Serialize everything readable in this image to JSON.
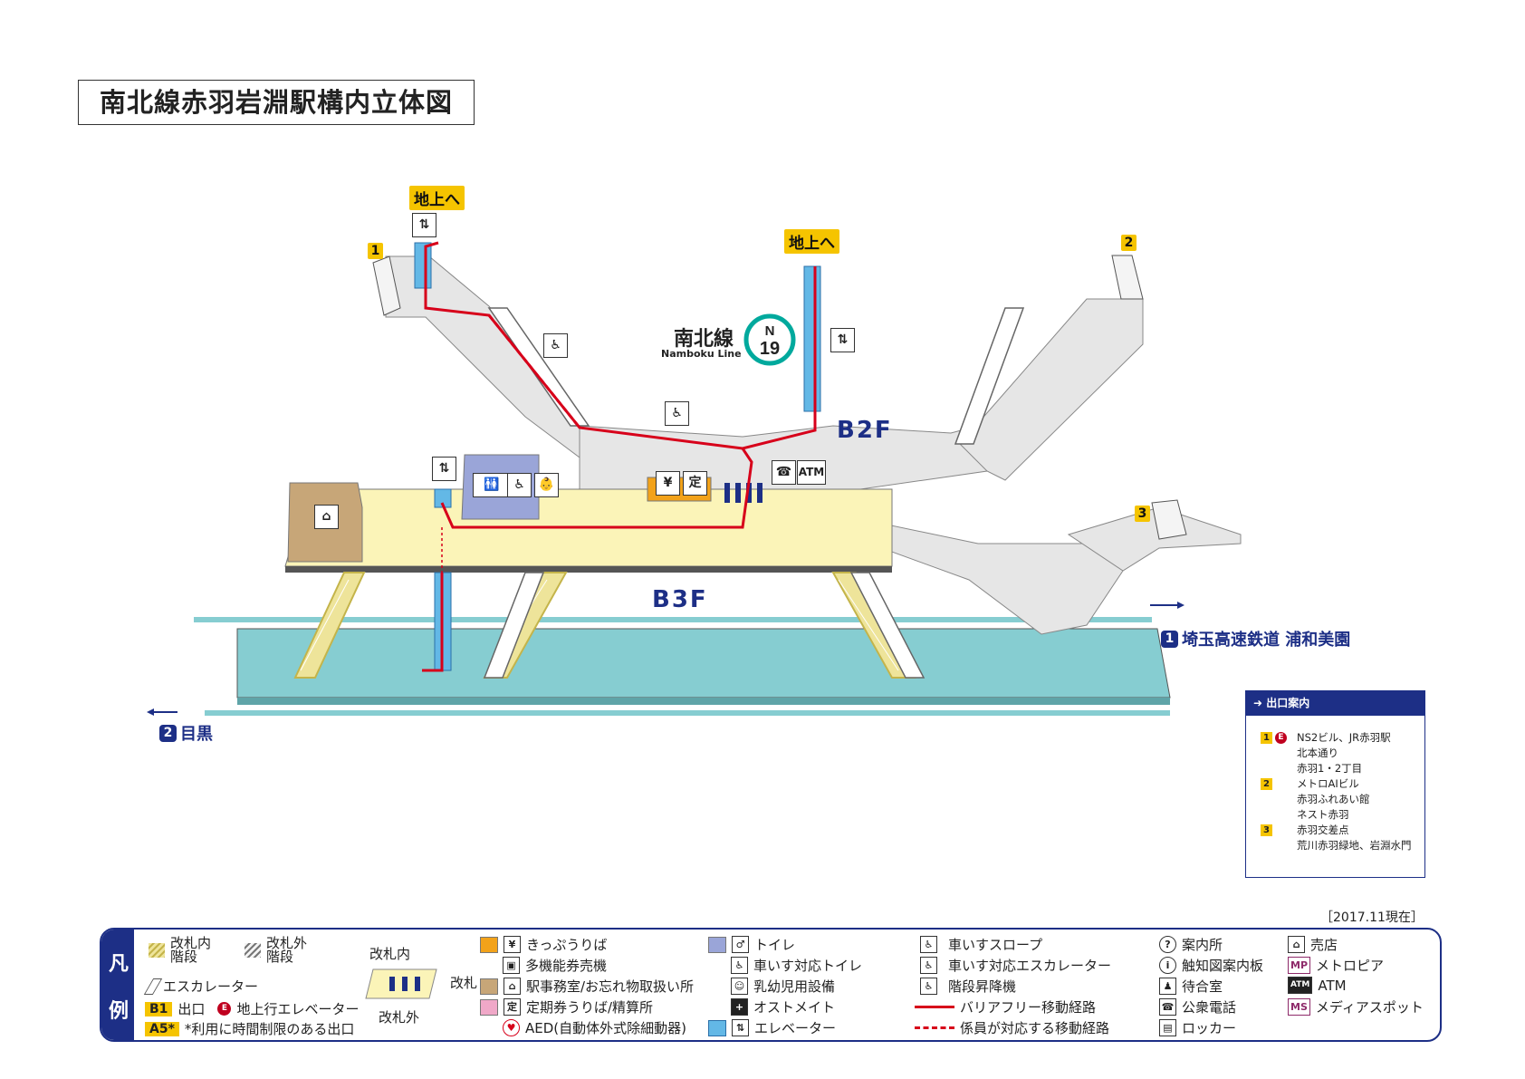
{
  "title": "南北線赤羽岩淵駅構内立体図",
  "line": {
    "name_ja": "南北線",
    "name_en": "Namboku Line",
    "code_letter": "N",
    "code_number": "19",
    "color": "#00a99d"
  },
  "floors": {
    "b2f": "B2F",
    "b3f": "B3F"
  },
  "to_ground_labels": [
    "地上へ",
    "地上へ"
  ],
  "exit_numbers": [
    "1",
    "2",
    "3"
  ],
  "destinations": {
    "north": {
      "num": "1",
      "text": "埼玉高速鉄道 浦和美園"
    },
    "south": {
      "num": "2",
      "text": "目黒"
    }
  },
  "exit_guide": {
    "header": "出口案内",
    "rows": [
      {
        "tag": "1",
        "elevator_tag": "E",
        "lines": [
          "NS2ビル、JR赤羽駅",
          "北本通り",
          "赤羽1・2丁目"
        ]
      },
      {
        "tag": "2",
        "lines": [
          "メトロAIビル",
          "赤羽ふれあい館",
          "ネスト赤羽"
        ]
      },
      {
        "tag": "3",
        "lines": [
          "赤羽交差点",
          "荒川赤羽緑地、岩淵水門"
        ]
      }
    ]
  },
  "date_stamp": "［2017.11現在］",
  "legend": {
    "side_labels": [
      "凡",
      "例"
    ],
    "col1": {
      "inside_stairs": "改札内\n階段",
      "outside_stairs": "改札外\n階段",
      "escalator": "エスカレーター",
      "b1_tag": "B1",
      "b1_text": "出口",
      "e_tag": "E",
      "e_text": "地上行エレベーター",
      "a5_tag": "A5*",
      "a5_text": "*利用に時間制限のある出口"
    },
    "gate": {
      "inside": "改札内",
      "gate": "改札",
      "outside": "改札外"
    },
    "col3": [
      "きっぷうりば",
      "多機能券売機",
      "駅事務室/お忘れ物取扱い所",
      "定期券うりば/精算所",
      "AED(自動体外式除細動器)"
    ],
    "col4": [
      "トイレ",
      "車いす対応トイレ",
      "乳幼児用設備",
      "オストメイト",
      "エレベーター"
    ],
    "col5": [
      "車いすスロープ",
      "車いす対応エスカレーター",
      "階段昇降機",
      "バリアフリー移動経路",
      "係員が対応する移動経路"
    ],
    "col6": [
      "案内所",
      "触知図案内板",
      "待合室",
      "公衆電話",
      "ロッカー"
    ],
    "col7": [
      {
        "tag": "",
        "text": "売店"
      },
      {
        "tag": "MP",
        "text": "メトロピア"
      },
      {
        "tag": "ATM",
        "text": "ATM"
      },
      {
        "tag": "MS",
        "text": "メディアスポット"
      }
    ]
  },
  "colors": {
    "concourse_floor": "#fbf4b8",
    "passage_gray": "#e6e6e6",
    "platform": "#86cdd1",
    "ticket_gate_area": "#9aa5d8",
    "office": "#c7a678",
    "route": "#d7001a",
    "navy": "#1d2f86",
    "exit_yellow": "#f5c400",
    "elevator": "#63b8e6"
  }
}
